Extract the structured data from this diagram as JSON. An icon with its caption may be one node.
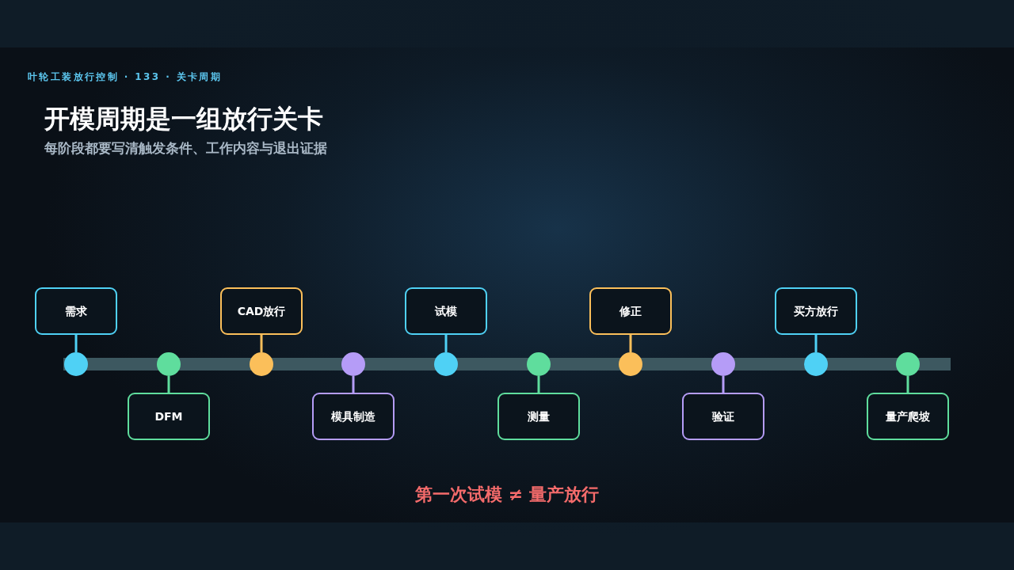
{
  "diagram": {
    "title": "开模周期是一组放行关卡",
    "nodes": [
      {
        "text": [
          "需求"
        ]
      },
      {
        "text": [],
        "shape": "circle"
      },
      {
        "text": [
          "DFM"
        ]
      },
      {
        "text": [],
        "shape": "circle"
      },
      {
        "text": [
          "CAD放行"
        ]
      },
      {
        "text": [],
        "shape": "circle"
      },
      {
        "text": [
          "模具制造"
        ]
      },
      {
        "text": [],
        "shape": "circle"
      },
      {
        "text": [
          "试模"
        ]
      },
      {
        "text": [],
        "shape": "circle"
      },
      {
        "text": [
          "测量"
        ]
      },
      {
        "text": [],
        "shape": "circle"
      },
      {
        "text": [
          "修正"
        ]
      },
      {
        "text": [],
        "shape": "circle"
      },
      {
        "text": [
          "验证"
        ]
      },
      {
        "text": [],
        "shape": "circle"
      },
      {
        "text": [
          "买方放行"
        ]
      },
      {
        "text": [],
        "shape": "circle"
      },
      {
        "text": [
          "量产爬坡"
        ]
      },
      {
        "text": [],
        "shape": "circle"
      }
    ],
    "edges": [
      {
        "from": 0,
        "to": 1,
        "arrow": "none",
        "color": "#4fd1f5"
      },
      {
        "from": 2,
        "to": 3,
        "arrow": "none",
        "color": "#5fdd9d"
      },
      {
        "from": 4,
        "to": 5,
        "arrow": "none",
        "color": "#fbbf5a"
      },
      {
        "from": 6,
        "to": 7,
        "arrow": "none",
        "color": "#b59cf7"
      },
      {
        "from": 8,
        "to": 9,
        "arrow": "none",
        "color": "#4fd1f5"
      },
      {
        "from": 10,
        "to": 11,
        "arrow": "none",
        "color": "#5fdd9d"
      },
      {
        "from": 12,
        "to": 13,
        "arrow": "none",
        "color": "#fbbf5a"
      },
      {
        "from": 14,
        "to": 15,
        "arrow": "none",
        "color": "#b59cf7"
      },
      {
        "from": 16,
        "to": 17,
        "arrow": "none",
        "color": "#4fd1f5"
      },
      {
        "from": 18,
        "to": 19,
        "arrow": "none",
        "color": "#5fdd9d"
      }
    ],
    "labels": [
      "叶轮工装放行控制 · 133 · 关卡周期",
      "每阶段都要写清触发条件、工作内容与退出证据",
      "第一次试模 ≠ 量产放行"
    ]
  }
}
